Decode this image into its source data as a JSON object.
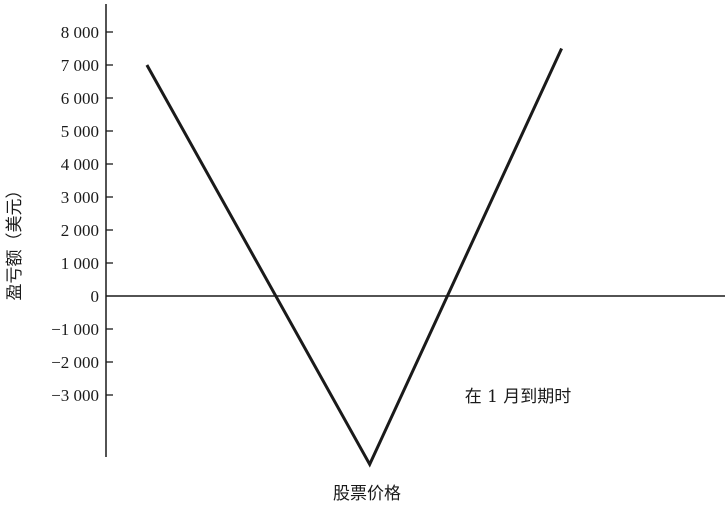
{
  "chart_data": {
    "type": "line",
    "xlabel": "股票价格",
    "ylabel": "盈亏额（美元）",
    "annotation": "在 1 月到期时",
    "y_ticks": [
      {
        "value": 8000,
        "label": "8 000"
      },
      {
        "value": 7000,
        "label": "7 000"
      },
      {
        "value": 6000,
        "label": "6 000"
      },
      {
        "value": 5000,
        "label": "5 000"
      },
      {
        "value": 4000,
        "label": "4 000"
      },
      {
        "value": 3000,
        "label": "3 000"
      },
      {
        "value": 2000,
        "label": "2 000"
      },
      {
        "value": 1000,
        "label": "1 000"
      },
      {
        "value": 0,
        "label": "0"
      },
      {
        "value": -1000,
        "label": "−1 000"
      },
      {
        "value": -2000,
        "label": "−2 000"
      },
      {
        "value": -3000,
        "label": "−3 000"
      }
    ],
    "ylim": [
      -4900,
      8500
    ],
    "xlim": [
      0,
      100
    ],
    "grid": false,
    "legend": "none",
    "series": [
      {
        "x": [
          6.6,
          42.6,
          73.6
        ],
        "y": [
          7000,
          -5100,
          7500
        ]
      }
    ]
  }
}
